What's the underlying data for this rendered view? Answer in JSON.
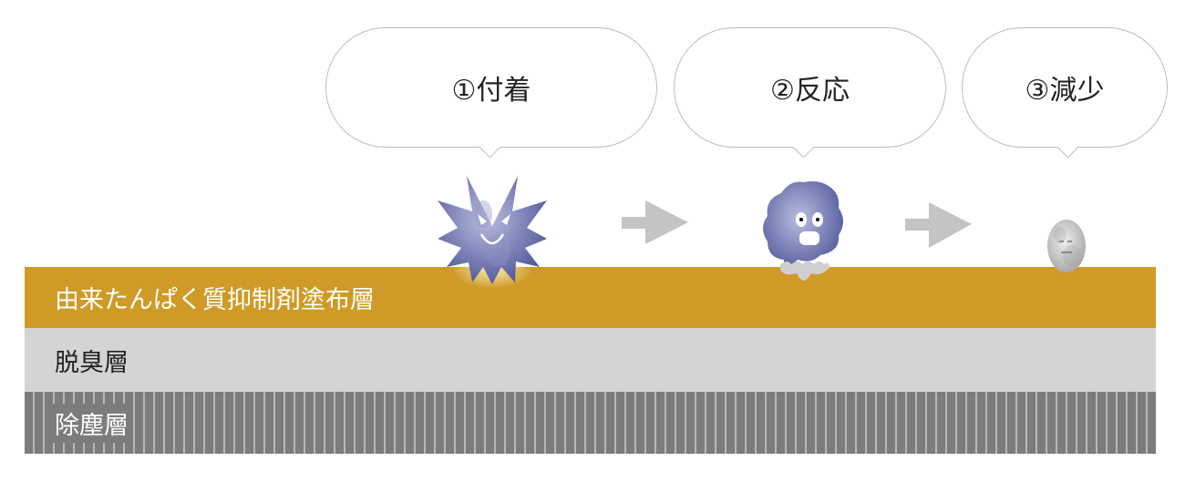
{
  "steps": [
    {
      "label": "①付着"
    },
    {
      "label": "②反応"
    },
    {
      "label": "③減少"
    }
  ],
  "layers": [
    {
      "label": "由来たんぱく質抑制剤塗布層",
      "color": "#cf9a26"
    },
    {
      "label": "脱臭層",
      "color": "#d4d4d4"
    },
    {
      "label": "除塵層",
      "color": "#7c7c7c"
    }
  ],
  "icons": [
    "virus-angry-icon",
    "arrow-right-icon",
    "virus-shocked-icon",
    "arrow-right-icon",
    "virus-neutralized-icon"
  ]
}
